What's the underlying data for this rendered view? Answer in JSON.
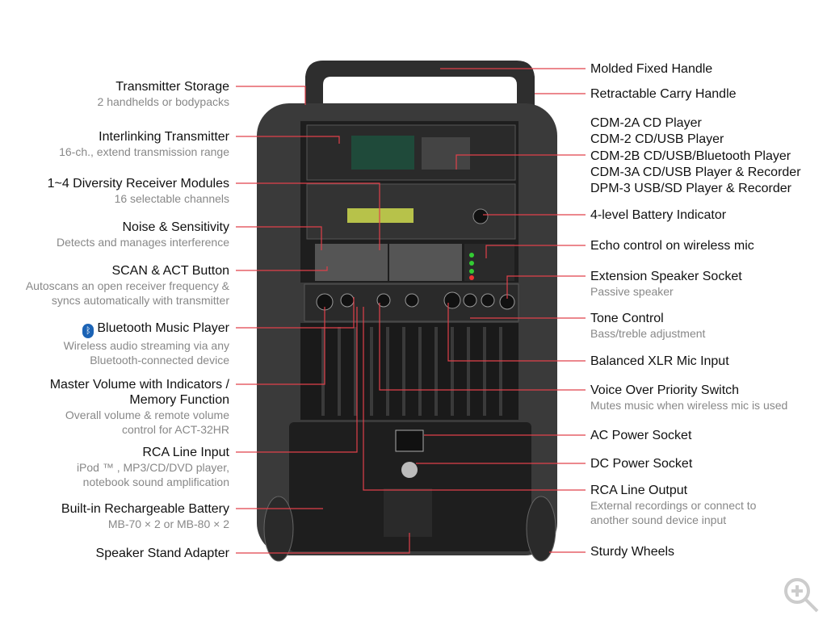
{
  "left_labels": [
    {
      "title": "Transmitter Storage",
      "sub": [
        "2 handhelds or bodypacks"
      ]
    },
    {
      "title": "Interlinking Transmitter",
      "sub": [
        "16-ch., extend transmission range"
      ]
    },
    {
      "title": "1~4 Diversity Receiver Modules",
      "sub": [
        "16 selectable channels"
      ]
    },
    {
      "title": "Noise & Sensitivity",
      "sub": [
        "Detects and manages interference"
      ]
    },
    {
      "title": "SCAN & ACT Button",
      "sub": [
        "Autoscans an open receiver frequency &",
        "syncs automatically with transmitter"
      ]
    },
    {
      "title": "Bluetooth Music Player",
      "icon": "bluetooth-icon",
      "sub": [
        "Wireless audio streaming via any",
        "Bluetooth-connected device"
      ]
    },
    {
      "title": "Master Volume with Indicators /",
      "title2": "Memory Function",
      "sub": [
        "Overall volume & remote volume",
        "control for ACT-32HR"
      ]
    },
    {
      "title": "RCA Line Input",
      "sub": [
        "iPod ™ , MP3/CD/DVD player,",
        "notebook sound amplification"
      ]
    },
    {
      "title": "Built-in Rechargeable Battery",
      "sub": [
        "MB-70 × 2 or MB-80 × 2"
      ]
    },
    {
      "title": "Speaker Stand Adapter",
      "sub": []
    }
  ],
  "right_labels": [
    {
      "title": "Molded Fixed Handle"
    },
    {
      "title": "Retractable Carry Handle"
    },
    {
      "lines": [
        "CDM-2A CD Player",
        "CDM-2 CD/USB Player",
        "CDM-2B CD/USB/Bluetooth Player",
        "CDM-3A CD/USB Player & Recorder",
        "DPM-3 USB/SD Player & Recorder"
      ]
    },
    {
      "title": "4-level Battery Indicator"
    },
    {
      "title": "Echo control on wireless mic"
    },
    {
      "title": "Extension Speaker Socket",
      "sub": "Passive speaker"
    },
    {
      "title": "Tone Control",
      "sub": "Bass/treble adjustment"
    },
    {
      "title": "Balanced XLR Mic Input"
    },
    {
      "title": "Voice Over Priority Switch",
      "sub": "Mutes music when wireless mic is used"
    },
    {
      "title": "AC Power Socket"
    },
    {
      "title": "DC Power Socket"
    },
    {
      "title": "RCA Line Output",
      "sub": "External recordings or connect to",
      "sub2": "another sound device input"
    },
    {
      "title": "Sturdy Wheels"
    }
  ],
  "colors": {
    "leader": "#e0404a",
    "body": "#3a3a3a"
  }
}
